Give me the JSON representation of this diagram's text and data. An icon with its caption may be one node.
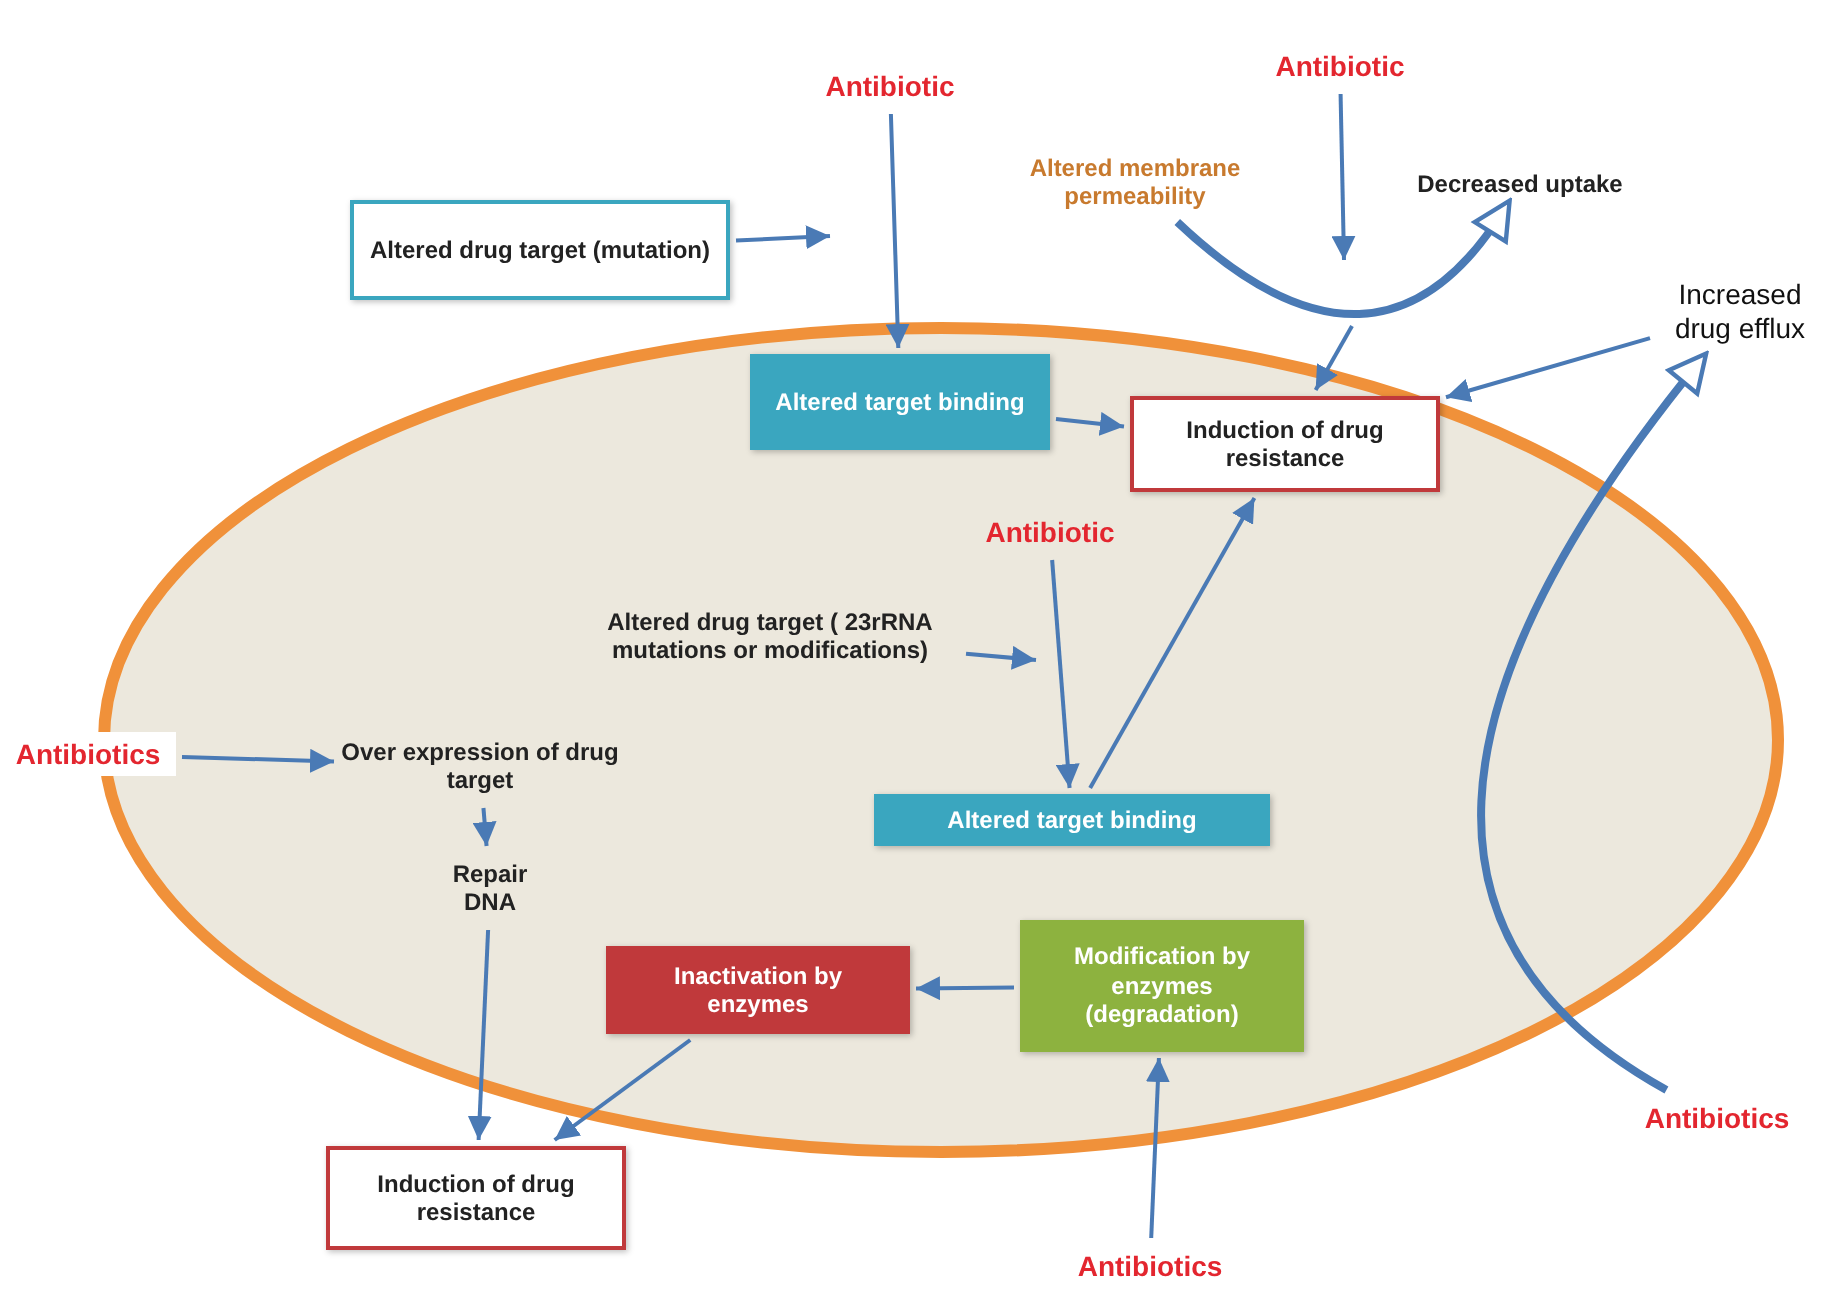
{
  "diagram": {
    "nodes": [
      {
        "text": [],
        "shape": "ellipse"
      },
      {
        "text": [
          "Antibiotic"
        ]
      },
      {
        "text": [
          "Antibiotic"
        ]
      },
      {
        "text": [
          "Altered drug target (mutation)"
        ]
      },
      {
        "text": [
          "Altered membrane permeability"
        ]
      },
      {
        "text": [
          "Decreased uptake"
        ]
      },
      {
        "text": [
          "Increased drug efflux"
        ]
      },
      {
        "text": [
          "Altered target binding"
        ],
        "in": 0
      },
      {
        "text": [
          "Induction of drug resistance"
        ],
        "in": 0
      },
      {
        "text": [
          "Antibiotic"
        ],
        "in": 0
      },
      {
        "text": [
          "Altered drug target ( 23rRNA mutations or modifications)"
        ],
        "in": 0
      },
      {
        "text": [
          "Antibiotics"
        ]
      },
      {
        "text": [
          "Over expression of drug target"
        ],
        "in": 0
      },
      {
        "text": [
          "Altered target binding"
        ],
        "in": 0
      },
      {
        "text": [
          "Repair DNA"
        ],
        "in": 0
      },
      {
        "text": [
          "Inactivation by enzymes"
        ],
        "in": 0
      },
      {
        "text": [
          "Modification by enzymes (degradation)"
        ],
        "in": 0
      },
      {
        "text": [
          "Induction of drug resistance"
        ]
      },
      {
        "text": [
          "Antibiotics"
        ]
      },
      {
        "text": [
          "Antibiotics"
        ]
      }
    ],
    "edges": [
      {
        "from": 1,
        "to": 7,
        "arrow": "to"
      },
      {
        "from": 3,
        "to": null,
        "arrow": "to"
      },
      {
        "from": 2,
        "to": null,
        "arrow": "to"
      },
      {
        "from": 4,
        "to": 5,
        "arrow": "to",
        "style": "thick"
      },
      {
        "from": null,
        "to": 8,
        "arrow": "to"
      },
      {
        "from": 7,
        "to": 8,
        "arrow": "to"
      },
      {
        "from": 6,
        "to": 8,
        "arrow": "to"
      },
      {
        "from": 19,
        "to": 6,
        "arrow": "to",
        "style": "thick"
      },
      {
        "from": 9,
        "to": 13,
        "arrow": "to"
      },
      {
        "from": 10,
        "to": null,
        "arrow": "to"
      },
      {
        "from": 13,
        "to": 8,
        "arrow": "to"
      },
      {
        "from": 11,
        "to": 12,
        "arrow": "to"
      },
      {
        "from": 12,
        "to": 14,
        "arrow": "to"
      },
      {
        "from": 14,
        "to": 17,
        "arrow": "to"
      },
      {
        "from": 15,
        "to": 17,
        "arrow": "to"
      },
      {
        "from": 16,
        "to": 15,
        "arrow": "to"
      },
      {
        "from": 18,
        "to": 16,
        "arrow": "to"
      }
    ]
  }
}
